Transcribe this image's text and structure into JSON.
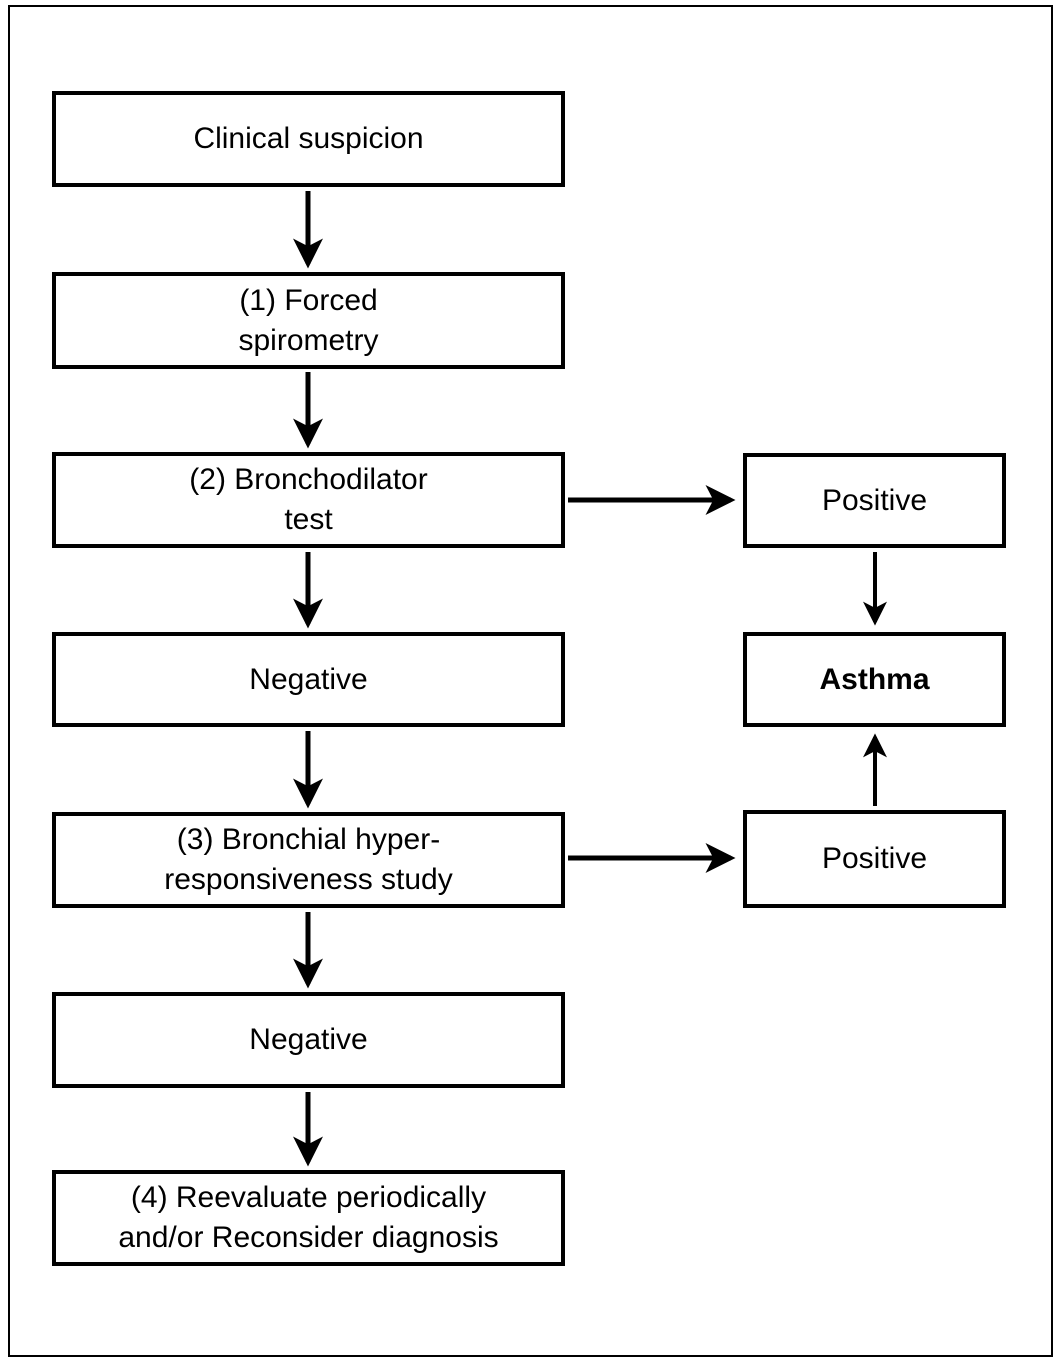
{
  "diagram": {
    "kind": "flowchart",
    "topic": "Asthma diagnostic algorithm",
    "nodes": {
      "clinical_suspicion": {
        "label": "Clinical suspicion"
      },
      "forced_spirometry": {
        "label": "(1) Forced\nspirometry"
      },
      "bronchodilator_test": {
        "label": "(2) Bronchodilator\ntest"
      },
      "negative_1": {
        "label": "Negative"
      },
      "hyperresponsiveness_study": {
        "label": "(3) Bronchial hyper-\nresponsiveness study"
      },
      "negative_2": {
        "label": "Negative"
      },
      "reevaluate": {
        "label": "(4) Reevaluate periodically\nand/or Reconsider diagnosis"
      },
      "positive_1": {
        "label": "Positive"
      },
      "asthma": {
        "label": "Asthma",
        "emphasis": "bold"
      },
      "positive_2": {
        "label": "Positive"
      }
    },
    "edges": [
      {
        "from": "clinical_suspicion",
        "to": "forced_spirometry",
        "direction": "down"
      },
      {
        "from": "forced_spirometry",
        "to": "bronchodilator_test",
        "direction": "down"
      },
      {
        "from": "bronchodilator_test",
        "to": "positive_1",
        "direction": "right"
      },
      {
        "from": "bronchodilator_test",
        "to": "negative_1",
        "direction": "down"
      },
      {
        "from": "positive_1",
        "to": "asthma",
        "direction": "down"
      },
      {
        "from": "negative_1",
        "to": "hyperresponsiveness_study",
        "direction": "down"
      },
      {
        "from": "hyperresponsiveness_study",
        "to": "positive_2",
        "direction": "right"
      },
      {
        "from": "hyperresponsiveness_study",
        "to": "negative_2",
        "direction": "down"
      },
      {
        "from": "positive_2",
        "to": "asthma",
        "direction": "up"
      },
      {
        "from": "negative_2",
        "to": "reevaluate",
        "direction": "down"
      }
    ],
    "colors": {
      "line": "#000000",
      "background": "#ffffff",
      "text": "#000000"
    }
  }
}
